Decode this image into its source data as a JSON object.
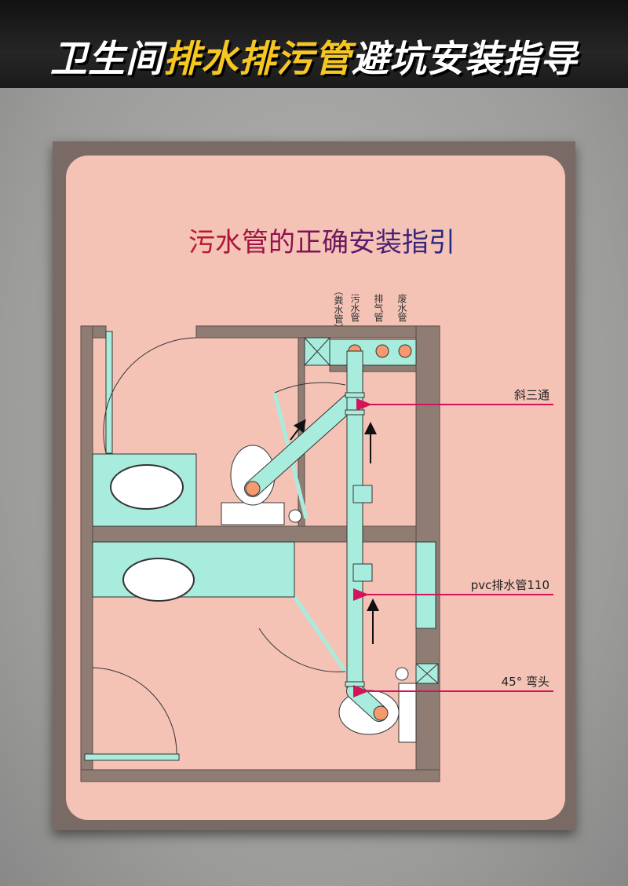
{
  "banner": {
    "title_part1": "卫生间",
    "title_highlight": "排水排污管",
    "title_part2": "避坑安装指导"
  },
  "diagram": {
    "title": "污水管的正确安装指引",
    "pipe_labels": {
      "sewage": "污水管",
      "sewage_note": "（粪水管）",
      "vent": "排气管",
      "waste": "废水管"
    },
    "callouts": [
      {
        "label": "斜三通"
      },
      {
        "label": "pvc排水管110"
      },
      {
        "label": "45° 弯头"
      }
    ],
    "colors": {
      "wall": "#8f7d74",
      "pipe": "#a8ecde",
      "pipe_outlet": "#f39a6e",
      "callout_arrow": "#d4145a",
      "background": "#f4c3b6"
    }
  }
}
